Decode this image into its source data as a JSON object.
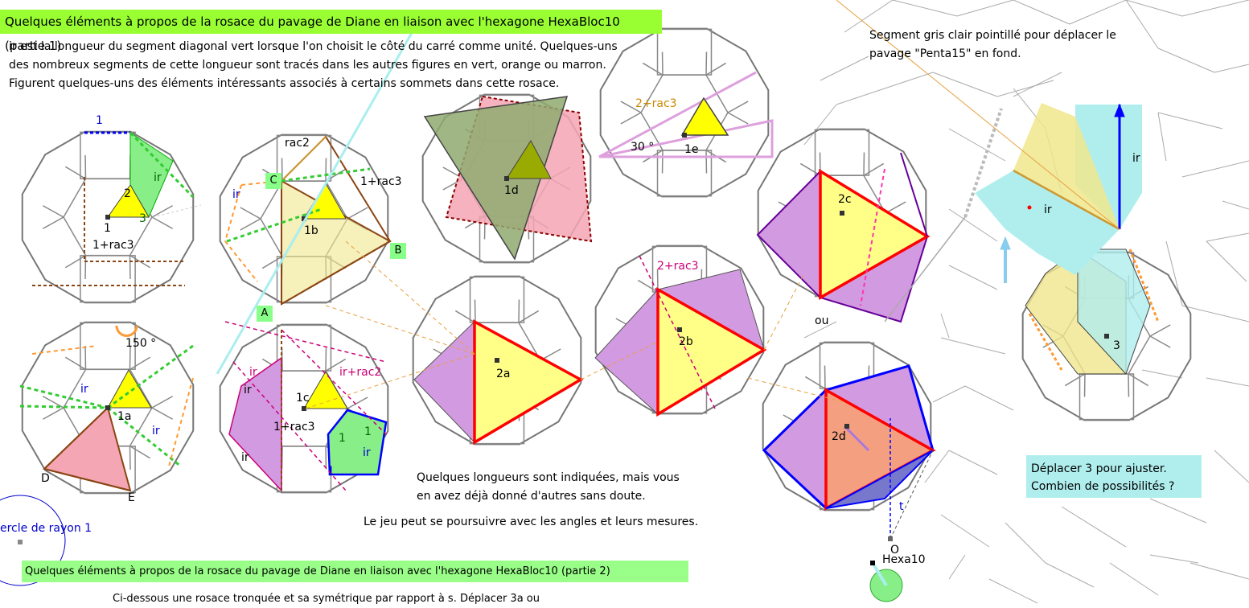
{
  "title_part1": "Quelques éléments à propos de la rosace du pavage de Diane en liaison avec l'hexagone HexaBloc10 (partie 1)",
  "title_part2": "Quelques éléments à propos de la rosace du pavage de Diane en liaison avec l'hexagone HexaBloc10 (partie 2)",
  "intro": {
    "line1": "ir est la longueur du segment diagonal vert lorsque l'on choisit le côté du carré comme unité. Quelques-uns",
    "line2": "des nombreux segments de cette longueur sont tracés dans les autres figures en vert, orange ou marron.",
    "line3": "Figurent quelques-uns des éléments intéressants associés à certains sommets dans cette rosace."
  },
  "note_segment": {
    "line1": "Segment gris clair pointillé pour déplacer le",
    "line2": "pavage \"Penta15\" en fond."
  },
  "note_lengths": {
    "line1": "Quelques longueurs sont indiquées, mais vous",
    "line2": "en avez déjà donné d'autres sans doute.",
    "line3": "Le jeu peut se poursuivre avec les angles et leurs mesures."
  },
  "info_box": {
    "line1": "Déplacer 3 pour ajuster.",
    "line2": "Combien de possibilités ?"
  },
  "circle_label": "ercle de rayon 1",
  "bottom_text": "Ci-dessous une rosace tronquée et sa symétrique par rapport à s. Déplacer 3a ou",
  "labels": {
    "p1": "1",
    "p1_two": "2",
    "p1_three": "3",
    "p1_ir": "ir",
    "p1_center": "1",
    "p1_rac3": "1+rac3",
    "b_rac2": "rac2",
    "b_1rac3": "1+rac3",
    "b_ir": "ir",
    "b_name": "1b",
    "b_C": "C",
    "b_B": "B",
    "b_A": "A",
    "d_name": "1d",
    "e_2rac3": "2+rac3",
    "e_30": "30 °",
    "e_name": "1e",
    "a_150": "150 °",
    "a_ir1": "ir",
    "a_ir2": "ir",
    "a_name": "1a",
    "a_D": "D",
    "a_E": "E",
    "c_ir1": "ir",
    "c_ir2": "ir",
    "c_irrac2": "ir+rac2",
    "c_name": "1c",
    "c_1rac3": "1+rac3",
    "c_ir3": "ir",
    "c_ir4": "ir",
    "c_one1": "1",
    "c_one2": "1",
    "c_one3": "1",
    "r2a": "2a",
    "r2b": "2b",
    "r2b_rac3": "2+rac3",
    "r2c": "2c",
    "r2d": "2d",
    "ou": "ou",
    "right_ir1": "ir",
    "right_ir2": "ir",
    "right_3": "3",
    "t": "t",
    "O": "O",
    "hexa10": "Hexa10"
  },
  "colors": {
    "green_bg": "#99ff33",
    "cyan_box": "#b0eeee",
    "yellow": "#ffff00",
    "pink": "#f4a6b4",
    "violet": "#d29ae0",
    "red": "#ff0000",
    "blue": "#0000ff",
    "brown": "#8b4513",
    "orange": "#ff9933"
  }
}
